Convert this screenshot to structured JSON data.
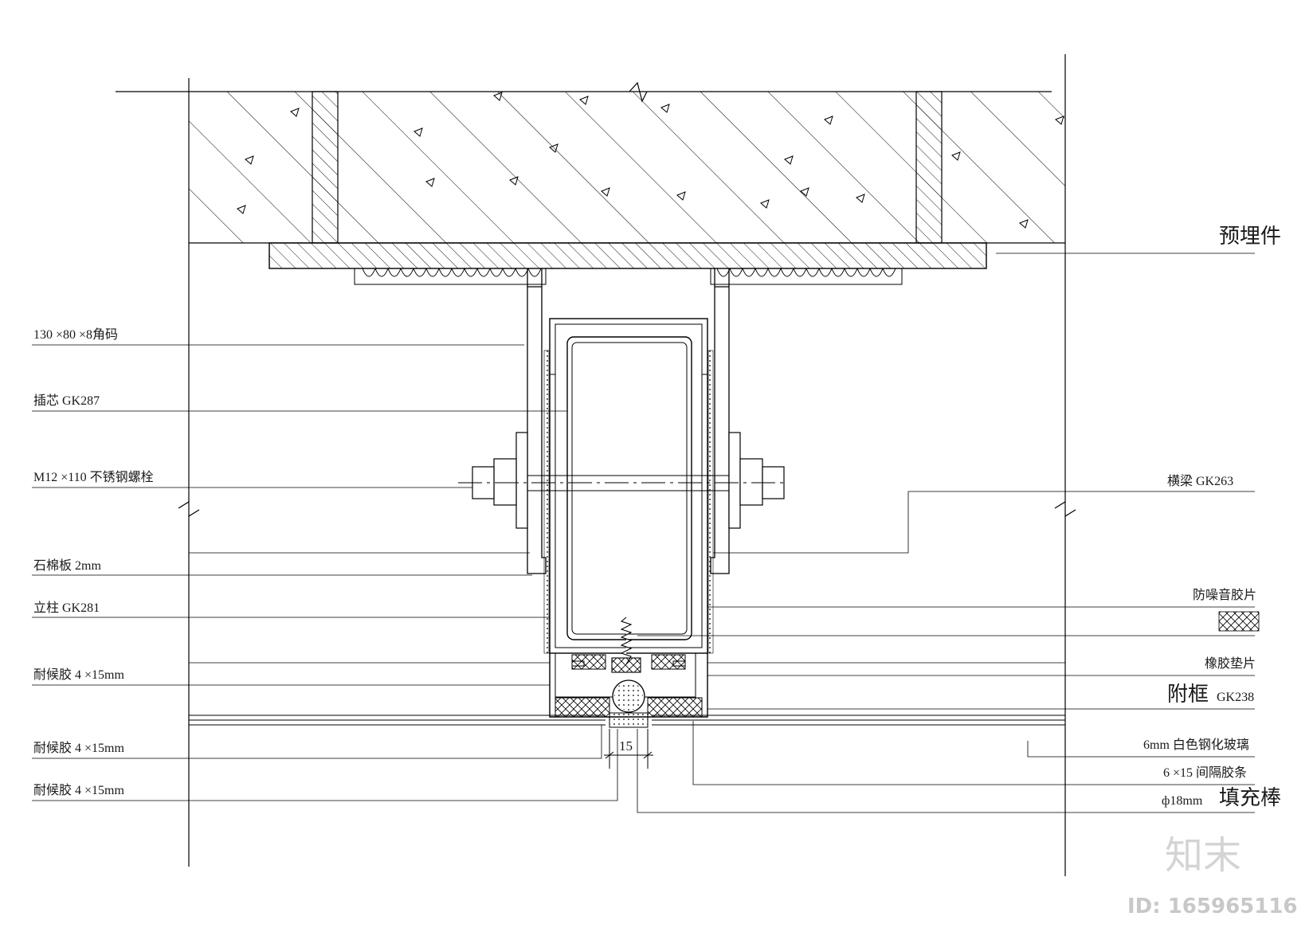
{
  "labels_left": {
    "angle_code": "130 ×80 ×8角码",
    "insert_core": "插芯 GK287",
    "bolt": "M12 ×110 不锈钢螺栓",
    "asbestos_board": "石棉板 2mm",
    "mullion": "立柱 GK281",
    "weather_seal_1": "耐候胶 4 ×15mm",
    "weather_seal_2": "耐候胶 4 ×15mm",
    "weather_seal_3": "耐候胶 4 ×15mm"
  },
  "labels_right": {
    "embedded_part": "预埋件",
    "transom": "横梁 GK263",
    "sound_pad": "防噪音胶片",
    "rubber_pad": "橡胶垫片",
    "sub_frame": "附框",
    "sub_frame_code": "GK238",
    "glass": "6mm 白色钢化玻璃",
    "spacer": "6 ×15 间隔胶条",
    "rod_dia": "ф18mm",
    "filler_rod": "填充棒"
  },
  "dimension": {
    "gap": "15"
  },
  "watermark": {
    "brand": "知末",
    "id": "ID: 165965116"
  }
}
